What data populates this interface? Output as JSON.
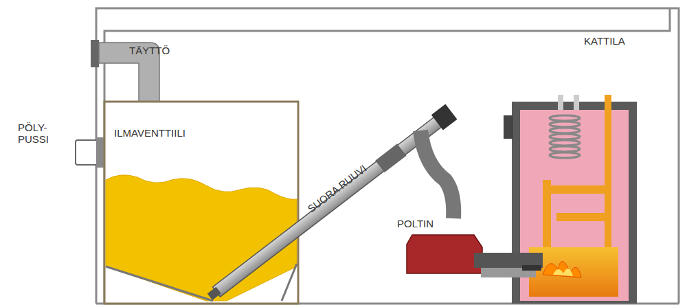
{
  "diagram": {
    "labels": [
      "TÄYTTÖ",
      "PÖLY- PUSSI",
      "ILMAVENTTIILI",
      "SUORA RUUVI",
      "POLTIN",
      "KATTILA"
    ]
  }
}
